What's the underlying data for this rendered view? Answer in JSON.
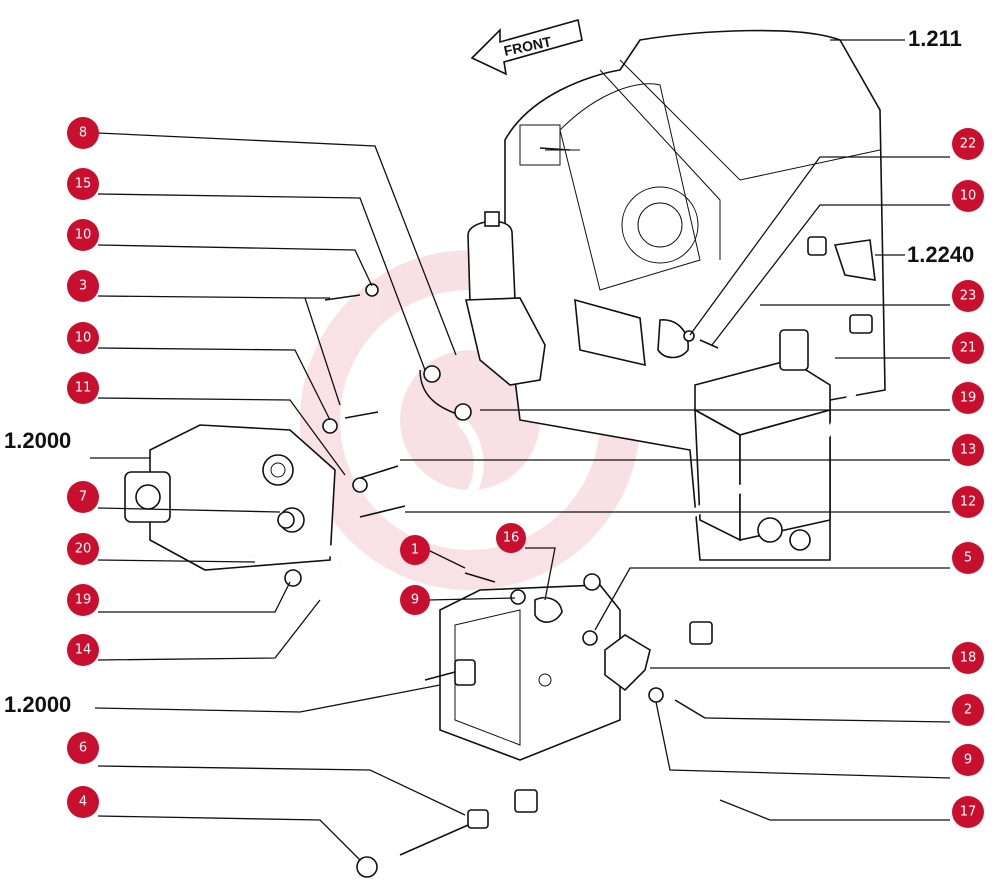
{
  "front_label": "FRONT",
  "ref_labels": {
    "r1211": "1.211",
    "r1224": "1.2240",
    "r1200a": "1.2000",
    "r1200b": "1.2000"
  },
  "callouts": {
    "c8": "8",
    "c15": "15",
    "c10a": "10",
    "c3": "3",
    "c10b": "10",
    "c11": "11",
    "c7": "7",
    "c20": "20",
    "c19a": "19",
    "c14": "14",
    "c1": "1",
    "c16": "16",
    "c9a": "9",
    "c6": "6",
    "c4": "4",
    "c22": "22",
    "c10c": "10",
    "c23": "23",
    "c21": "21",
    "c19b": "19",
    "c13": "13",
    "c12": "12",
    "c5": "5",
    "c18": "18",
    "c2": "2",
    "c9b": "9",
    "c17": "17"
  },
  "colors": {
    "callout": "#c8102e",
    "ink": "#111111"
  }
}
